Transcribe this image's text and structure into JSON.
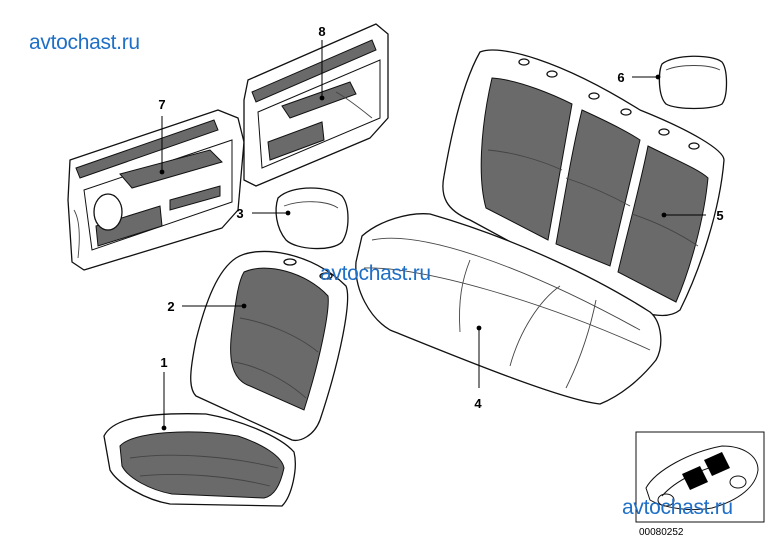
{
  "watermarks": [
    {
      "id": "wm-top-left",
      "text": "avtochast.ru",
      "color": "#1f6fc6"
    },
    {
      "id": "wm-center",
      "text": "avtochast.ru",
      "color": "#1f6fc6"
    },
    {
      "id": "wm-bottom-right",
      "text": "avtochast.ru",
      "color": "#1f6fc6"
    }
  ],
  "diagram_code": "00080252",
  "callouts": [
    {
      "number": "1",
      "part": "front seat cushion"
    },
    {
      "number": "2",
      "part": "front seat backrest"
    },
    {
      "number": "3",
      "part": "front headrest"
    },
    {
      "number": "4",
      "part": "rear seat cushion"
    },
    {
      "number": "5",
      "part": "rear seat backrest"
    },
    {
      "number": "6",
      "part": "rear headrest"
    },
    {
      "number": "7",
      "part": "front door trim panel"
    },
    {
      "number": "8",
      "part": "rear door trim panel"
    }
  ],
  "colors": {
    "line": "#111111",
    "pad": "#6a6a6a",
    "inset_fill": "#000000"
  }
}
